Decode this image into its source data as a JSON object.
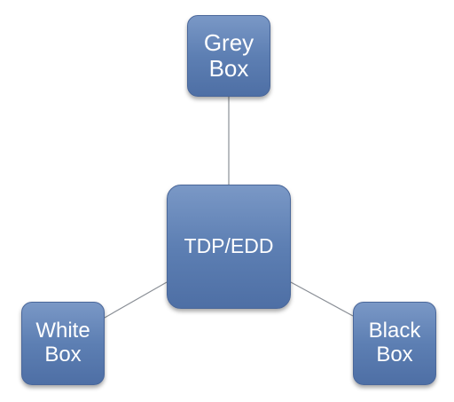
{
  "diagram": {
    "center": {
      "label": "TDP/EDD"
    },
    "top": {
      "line1": "Grey",
      "line2": "Box"
    },
    "left": {
      "line1": "White",
      "line2": "Box"
    },
    "right": {
      "line1": "Black",
      "line2": "Box"
    }
  },
  "colors": {
    "box_fill": "#5d7fb3",
    "box_border": "#4a679a",
    "connector": "#8a8f96",
    "text": "#ffffff"
  }
}
